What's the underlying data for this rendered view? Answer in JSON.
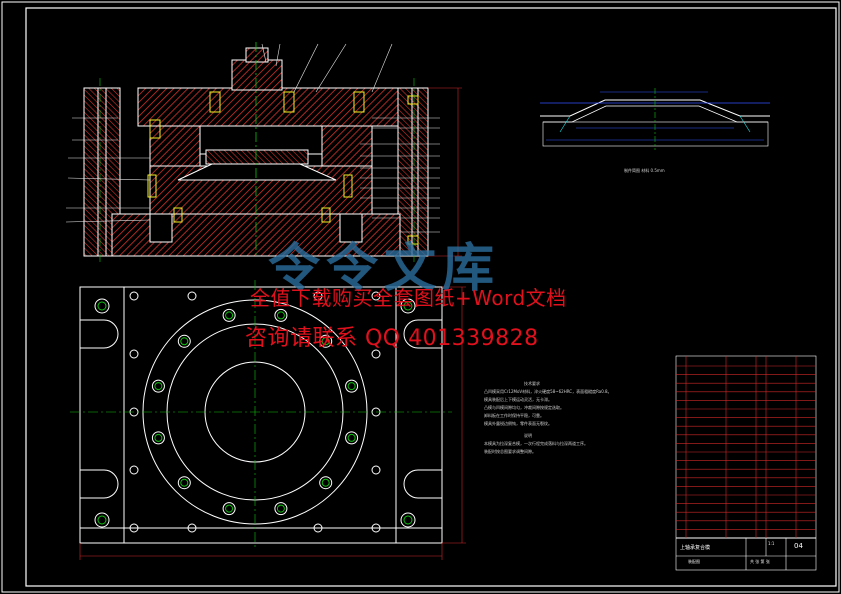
{
  "watermark": {
    "line1": "全值下载购买全套图纸+Word文档",
    "line2": "咨询请联系 QQ 401339828",
    "logo_text": "令令文库"
  },
  "part_caption": "制件简图 材料 0.5mm",
  "notes": {
    "heading": "技术要求",
    "lines": [
      "凸凹模采用Cr12MoV材料，淬火硬度58~62HRC，表面粗糙度Ra0.8。",
      "模具装配后上下模运动灵活，无卡滞。",
      "凸模与凹模间隙均匀，冲裁间隙按规定选取。",
      "卸料板在工作时保持平稳，可靠。",
      "模具外露锐边倒钝，零件表面无裂纹。"
    ],
    "heading2": "说明",
    "lines2": [
      "本模具为拉深复合模，一次行程完成落料与拉深两道工序。",
      "装配时按总图要求调整间隙。"
    ]
  },
  "title_block": {
    "title": "上轴承复合模",
    "drawing_no": "04",
    "scale": "1:1",
    "sheet": "共 张 第 张",
    "drawing_label": "装配图"
  },
  "colors": {
    "frame": "#ffffff",
    "outline": "#ffffff",
    "hatch": "#d0342c",
    "center": "#10c010",
    "leader": "#e8e8e8",
    "dimension": "#d02828",
    "part_dim": "#3050ff",
    "bolt": "#f0f028",
    "accent": "#20e0e0"
  }
}
